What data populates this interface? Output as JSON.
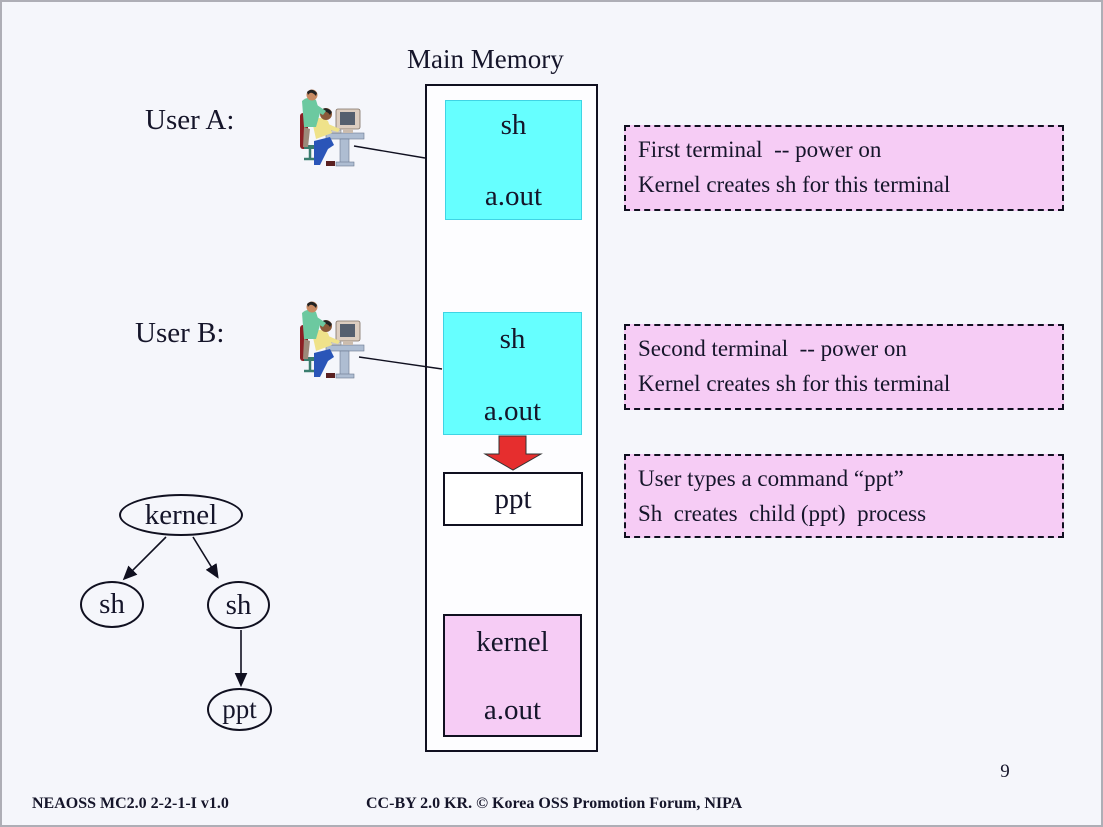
{
  "slide": {
    "title": "Main Memory",
    "page_number": "9",
    "footer": {
      "left": "NEAOSS MC2.0 2-2-1-I v1.0",
      "center": "CC-BY 2.0 KR. © Korea OSS Promotion Forum, NIPA"
    }
  },
  "users": [
    {
      "label": "User A:"
    },
    {
      "label": "User B:"
    }
  ],
  "memory": {
    "blocks": [
      {
        "id": "sh-a",
        "line1": "sh",
        "line2": "a.out",
        "fill": "#66ffff"
      },
      {
        "id": "sh-b",
        "line1": "sh",
        "line2": "a.out",
        "fill": "#66ffff"
      },
      {
        "id": "ppt",
        "line1": "ppt",
        "fill": "#ffffff"
      },
      {
        "id": "kernel",
        "line1": "kernel",
        "line2": "a.out",
        "fill": "#f6ccf5"
      }
    ]
  },
  "annotations": [
    {
      "line1": "First terminal  -- power on",
      "line2": "Kernel creates sh for this terminal"
    },
    {
      "line1": "Second terminal  -- power on",
      "line2": "Kernel creates sh for this terminal"
    },
    {
      "line1": "User types a command “ppt”",
      "line2": "Sh  creates  child (ppt)  process"
    }
  ],
  "process_tree": {
    "nodes": [
      {
        "label": "kernel"
      },
      {
        "label": "sh"
      },
      {
        "label": "sh"
      },
      {
        "label": "ppt"
      }
    ]
  },
  "colors": {
    "process_fill": "#66ffff",
    "kernel_fill": "#f6ccf5",
    "annotation_fill": "#f6ccf5",
    "fork_arrow": "#e62e2e",
    "background": "#f5f6fb"
  }
}
